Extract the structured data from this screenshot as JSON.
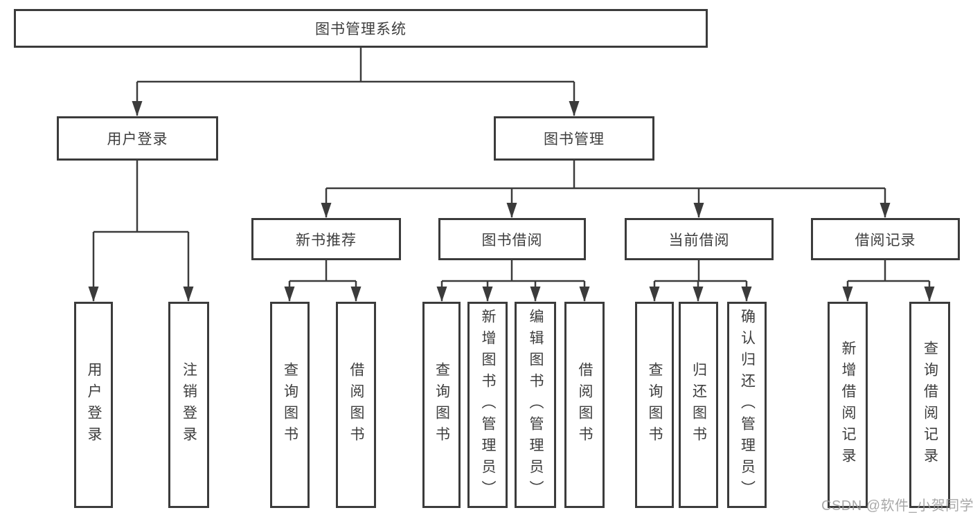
{
  "diagram_title": "图书管理系统",
  "tree": {
    "root": "图书管理系统",
    "branches": [
      {
        "label": "用户登录",
        "children": [
          "用户登录",
          "注销登录"
        ]
      },
      {
        "label": "图书管理",
        "groups": [
          {
            "label": "新书推荐",
            "children": [
              "查询图书",
              "借阅图书"
            ]
          },
          {
            "label": "图书借阅",
            "children": [
              "查询图书",
              "新增图书（管理员）",
              "编辑图书（管理员）",
              "借阅图书"
            ]
          },
          {
            "label": "当前借阅",
            "children": [
              "查询图书",
              "归还图书",
              "确认归还（管理员）"
            ]
          },
          {
            "label": "借阅记录",
            "children": [
              "新增借阅记录",
              "查询借阅记录"
            ]
          }
        ]
      }
    ]
  },
  "watermark": "CSDN @软件_小贺同学",
  "colors": {
    "line": "#3b3b3b",
    "text": "#3d3d3d",
    "watermark": "#9a9a9a",
    "bg": "#ffffff"
  }
}
